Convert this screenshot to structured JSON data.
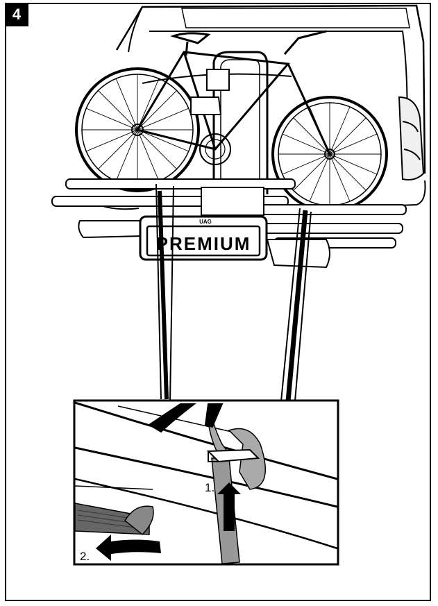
{
  "step": {
    "number": "4"
  },
  "rack": {
    "plate_text": "PREMIUM",
    "brand_text": "UAG"
  },
  "detail": {
    "step1_label": "1.",
    "step2_label": "2."
  }
}
